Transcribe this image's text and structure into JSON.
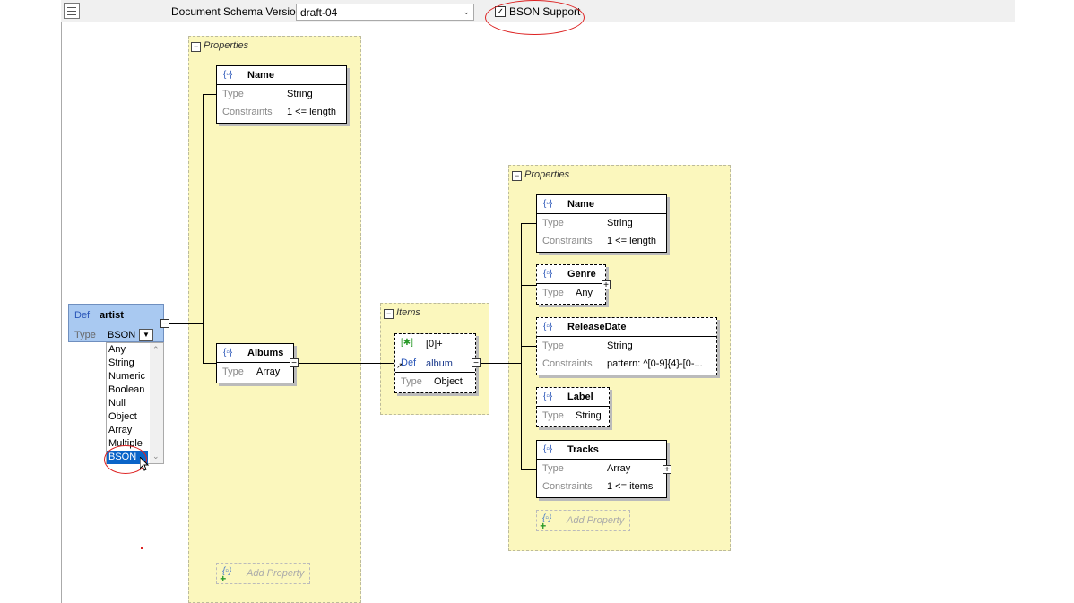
{
  "toolbar": {
    "schema_version_label": "Document Schema Version:",
    "schema_version_value": "draft-04",
    "bson_checked": "✓",
    "bson_label": "BSON Support"
  },
  "artist": {
    "def": "Def",
    "name": "artist",
    "type_key": "Type",
    "type_value": "BSON",
    "type_options": [
      "Any",
      "String",
      "Numeric",
      "Boolean",
      "Null",
      "Object",
      "Array",
      "Multiple",
      "BSON"
    ]
  },
  "root_properties": {
    "title": "Properties",
    "add_property": "Add Property",
    "name_node": {
      "name": "Name",
      "type_key": "Type",
      "type_value": "String",
      "constraints_key": "Constraints",
      "constraints_value": "1 <= length"
    },
    "albums_node": {
      "name": "Albums",
      "type_key": "Type",
      "type_value": "Array"
    }
  },
  "items": {
    "title": "Items",
    "index_label": "[0]+",
    "def": "Def",
    "ref_name": "album",
    "type_key": "Type",
    "type_value": "Object"
  },
  "album_properties": {
    "title": "Properties",
    "add_property": "Add Property",
    "name_node": {
      "name": "Name",
      "type_key": "Type",
      "type_value": "String",
      "constraints_key": "Constraints",
      "constraints_value": "1 <= length"
    },
    "genre_node": {
      "name": "Genre",
      "type_key": "Type",
      "type_value": "Any"
    },
    "release_node": {
      "name": "ReleaseDate",
      "type_key": "Type",
      "type_value": "String",
      "constraints_key": "Constraints",
      "constraints_value": "pattern: ^[0-9]{4}-[0-..."
    },
    "label_node": {
      "name": "Label",
      "type_key": "Type",
      "type_value": "String"
    },
    "tracks_node": {
      "name": "Tracks",
      "type_key": "Type",
      "type_value": "Array",
      "constraints_key": "Constraints",
      "constraints_value": "1 <= items"
    }
  }
}
